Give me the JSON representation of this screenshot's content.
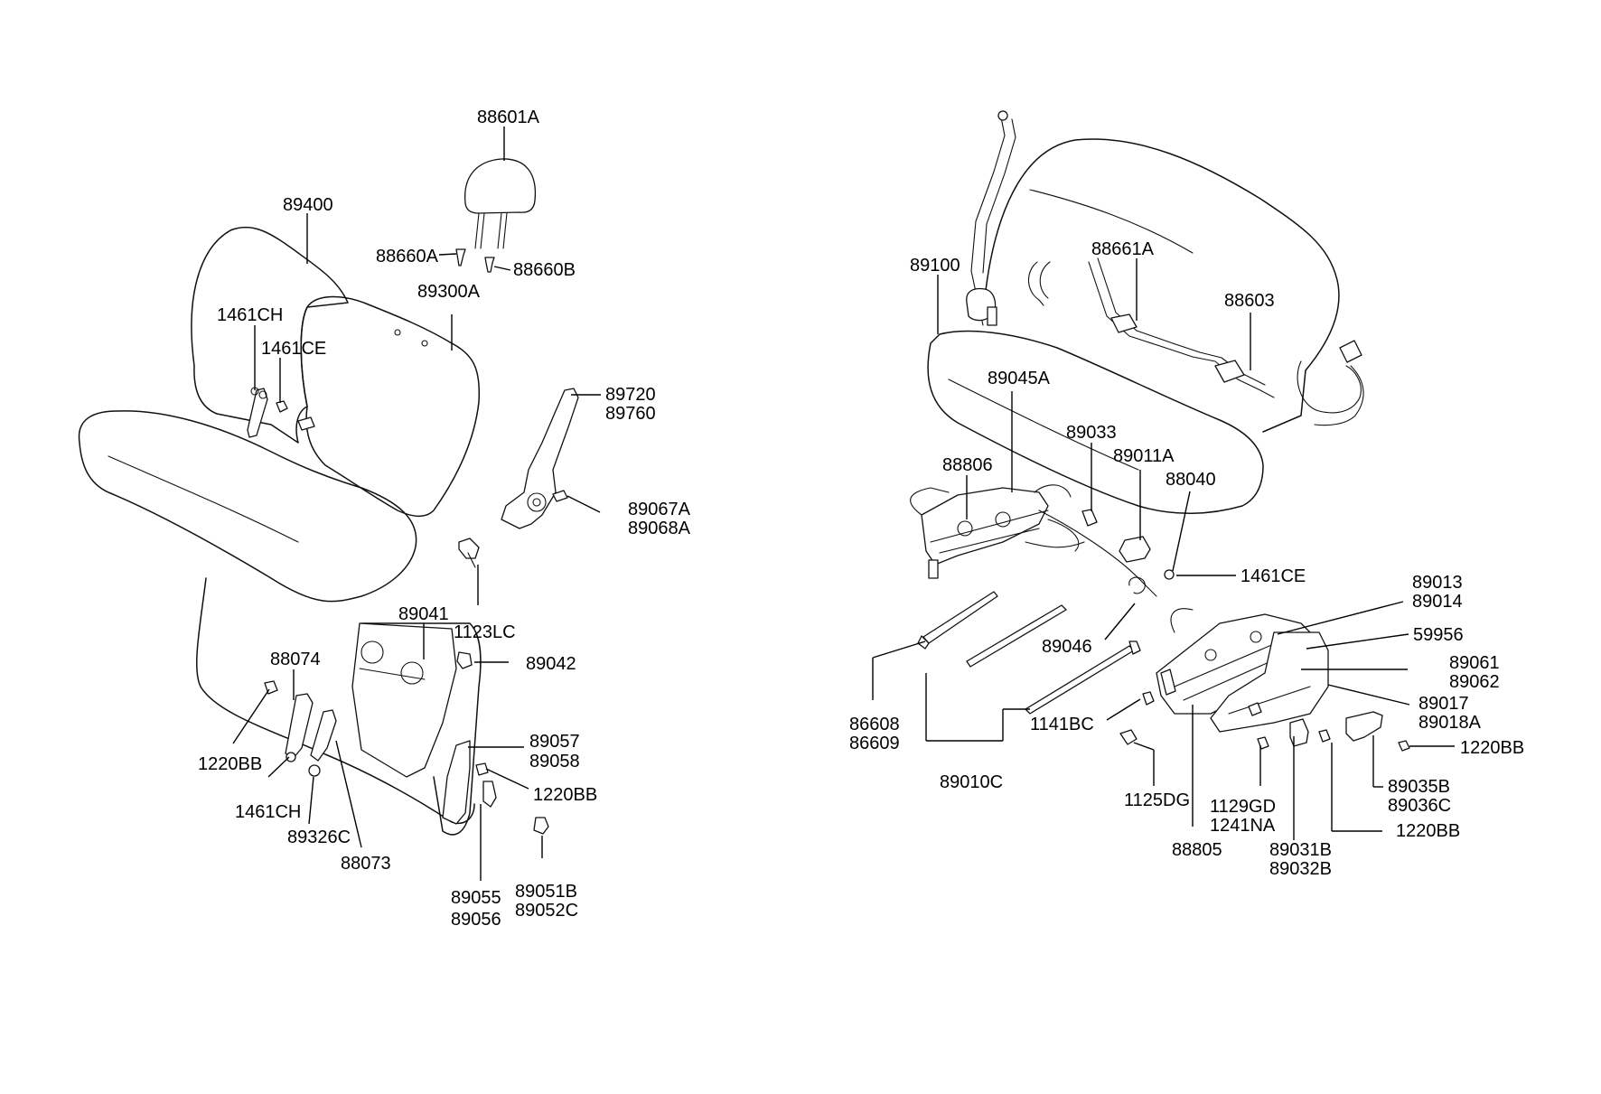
{
  "left_assembly": {
    "labels": {
      "p88601A": "88601A",
      "p89400": "89400",
      "p88660A": "88660A",
      "p88660B": "88660B",
      "p89300A": "89300A",
      "p1461CH_a": "1461CH",
      "p1461CE_a": "1461CE",
      "p89720": "89720",
      "p89760": "89760",
      "p89067A": "89067A",
      "p89068A": "89068A",
      "p1123LC": "1123LC",
      "p89041": "89041",
      "p89042": "89042",
      "p88074": "88074",
      "p1220BB_a": "1220BB",
      "p1461CH_b": "1461CH",
      "p89326C": "89326C",
      "p88073": "88073",
      "p89057": "89057",
      "p89058": "89058",
      "p1220BB_b": "1220BB",
      "p89055": "89055",
      "p89056": "89056",
      "p89051B": "89051B",
      "p89052C": "89052C"
    }
  },
  "right_assembly": {
    "labels": {
      "p89100": "89100",
      "p88661A": "88661A",
      "p88603": "88603",
      "p89045A": "89045A",
      "p88806": "88806",
      "p89033": "89033",
      "p89011A": "89011A",
      "p88040": "88040",
      "p1461CE_b": "1461CE",
      "p89013": "89013",
      "p89014": "89014",
      "p59956": "59956",
      "p89061": "89061",
      "p89062": "89062",
      "p89017": "89017",
      "p89018A": "89018A",
      "p89046": "89046",
      "p86608": "86608",
      "p86609": "86609",
      "p1141BC": "1141BC",
      "p1220BB_c": "1220BB",
      "p89035B": "89035B",
      "p89036C": "89036C",
      "p89010C": "89010C",
      "p1125DG": "1125DG",
      "p1129GD": "1129GD",
      "p1241NA": "1241NA",
      "p1220BB_d": "1220BB",
      "p88805": "88805",
      "p89031B": "89031B",
      "p89032B": "89032B"
    }
  }
}
